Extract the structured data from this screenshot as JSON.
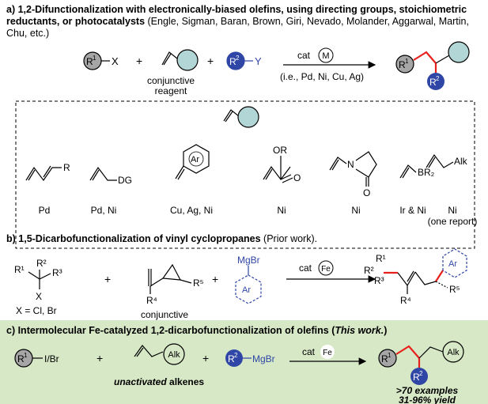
{
  "section_a": {
    "heading_bold": "a) 1,2-Difunctionalization with electronically-biased olefins, using directing groups, stoichiometric reductants, or photocatalysts",
    "heading_rest": " (Engle, Sigman, Baran, Brown, Giri, Nevado, Molander, Aggarwal, Martin, Chu, etc.)",
    "r1": "R",
    "r1_sup": "1",
    "x_label": "X",
    "plus1": "+",
    "plus2": "+",
    "conj_reagent": "conjunctive\nreagent",
    "r2": "R",
    "r2_sup": "2",
    "y_label": "Y",
    "cat": "cat",
    "metal": "M",
    "metals_list": "(i.e., Pd, Ni, Cu,  Ag)",
    "substrates": [
      {
        "label": "Pd",
        "group": "R"
      },
      {
        "label": "Pd, Ni",
        "group": "DG"
      },
      {
        "label": "Cu, Ag, Ni",
        "group": "Ar"
      },
      {
        "label": "Ni",
        "group": "OR"
      },
      {
        "label": "Ni",
        "group": "N"
      },
      {
        "label": "Ir & Ni",
        "group": "BR₂"
      },
      {
        "label": "Ni\n(one report)",
        "group": "Alk"
      }
    ],
    "ester_o": "O"
  },
  "section_b": {
    "heading_bold": "b) 1,5-Dicarbofunctionalization of vinyl cyclopropanes",
    "heading_rest": " (Prior work).",
    "x_eq": "X = Cl, Br",
    "x": "X",
    "r1": "R¹",
    "r2": "R²",
    "r3": "R³",
    "r4": "R⁴",
    "r5": "R⁵",
    "plus": "+",
    "conj_reagent": "conjunctive\nreagent",
    "mgbr": "MgBr",
    "ar": "Ar",
    "cat": "cat",
    "metal": "Fe"
  },
  "section_c": {
    "heading_bold": "c) Intermolecular Fe-catalyzed 1,2-dicarbofunctionalization of olefins (",
    "heading_italic": "This work.",
    "heading_end": ")",
    "r1": "R",
    "r1_sup": "1",
    "ibr": "I/Br",
    "plus": "+",
    "alk": "Alk",
    "unactivated_em": "unactivated",
    "alkenes": " alkenes",
    "r2": "R",
    "r2_sup": "2",
    "mgbr": "MgBr",
    "cat": "cat",
    "metal": "Fe",
    "examples": ">70 examples",
    "yield": "31-96% yield"
  },
  "colors": {
    "blue": "#2f46a6",
    "red": "#e8201c",
    "teal": "#b2d6d6",
    "grey_circle": "#a6a6a6",
    "green_panel": "#d7e8c6"
  }
}
